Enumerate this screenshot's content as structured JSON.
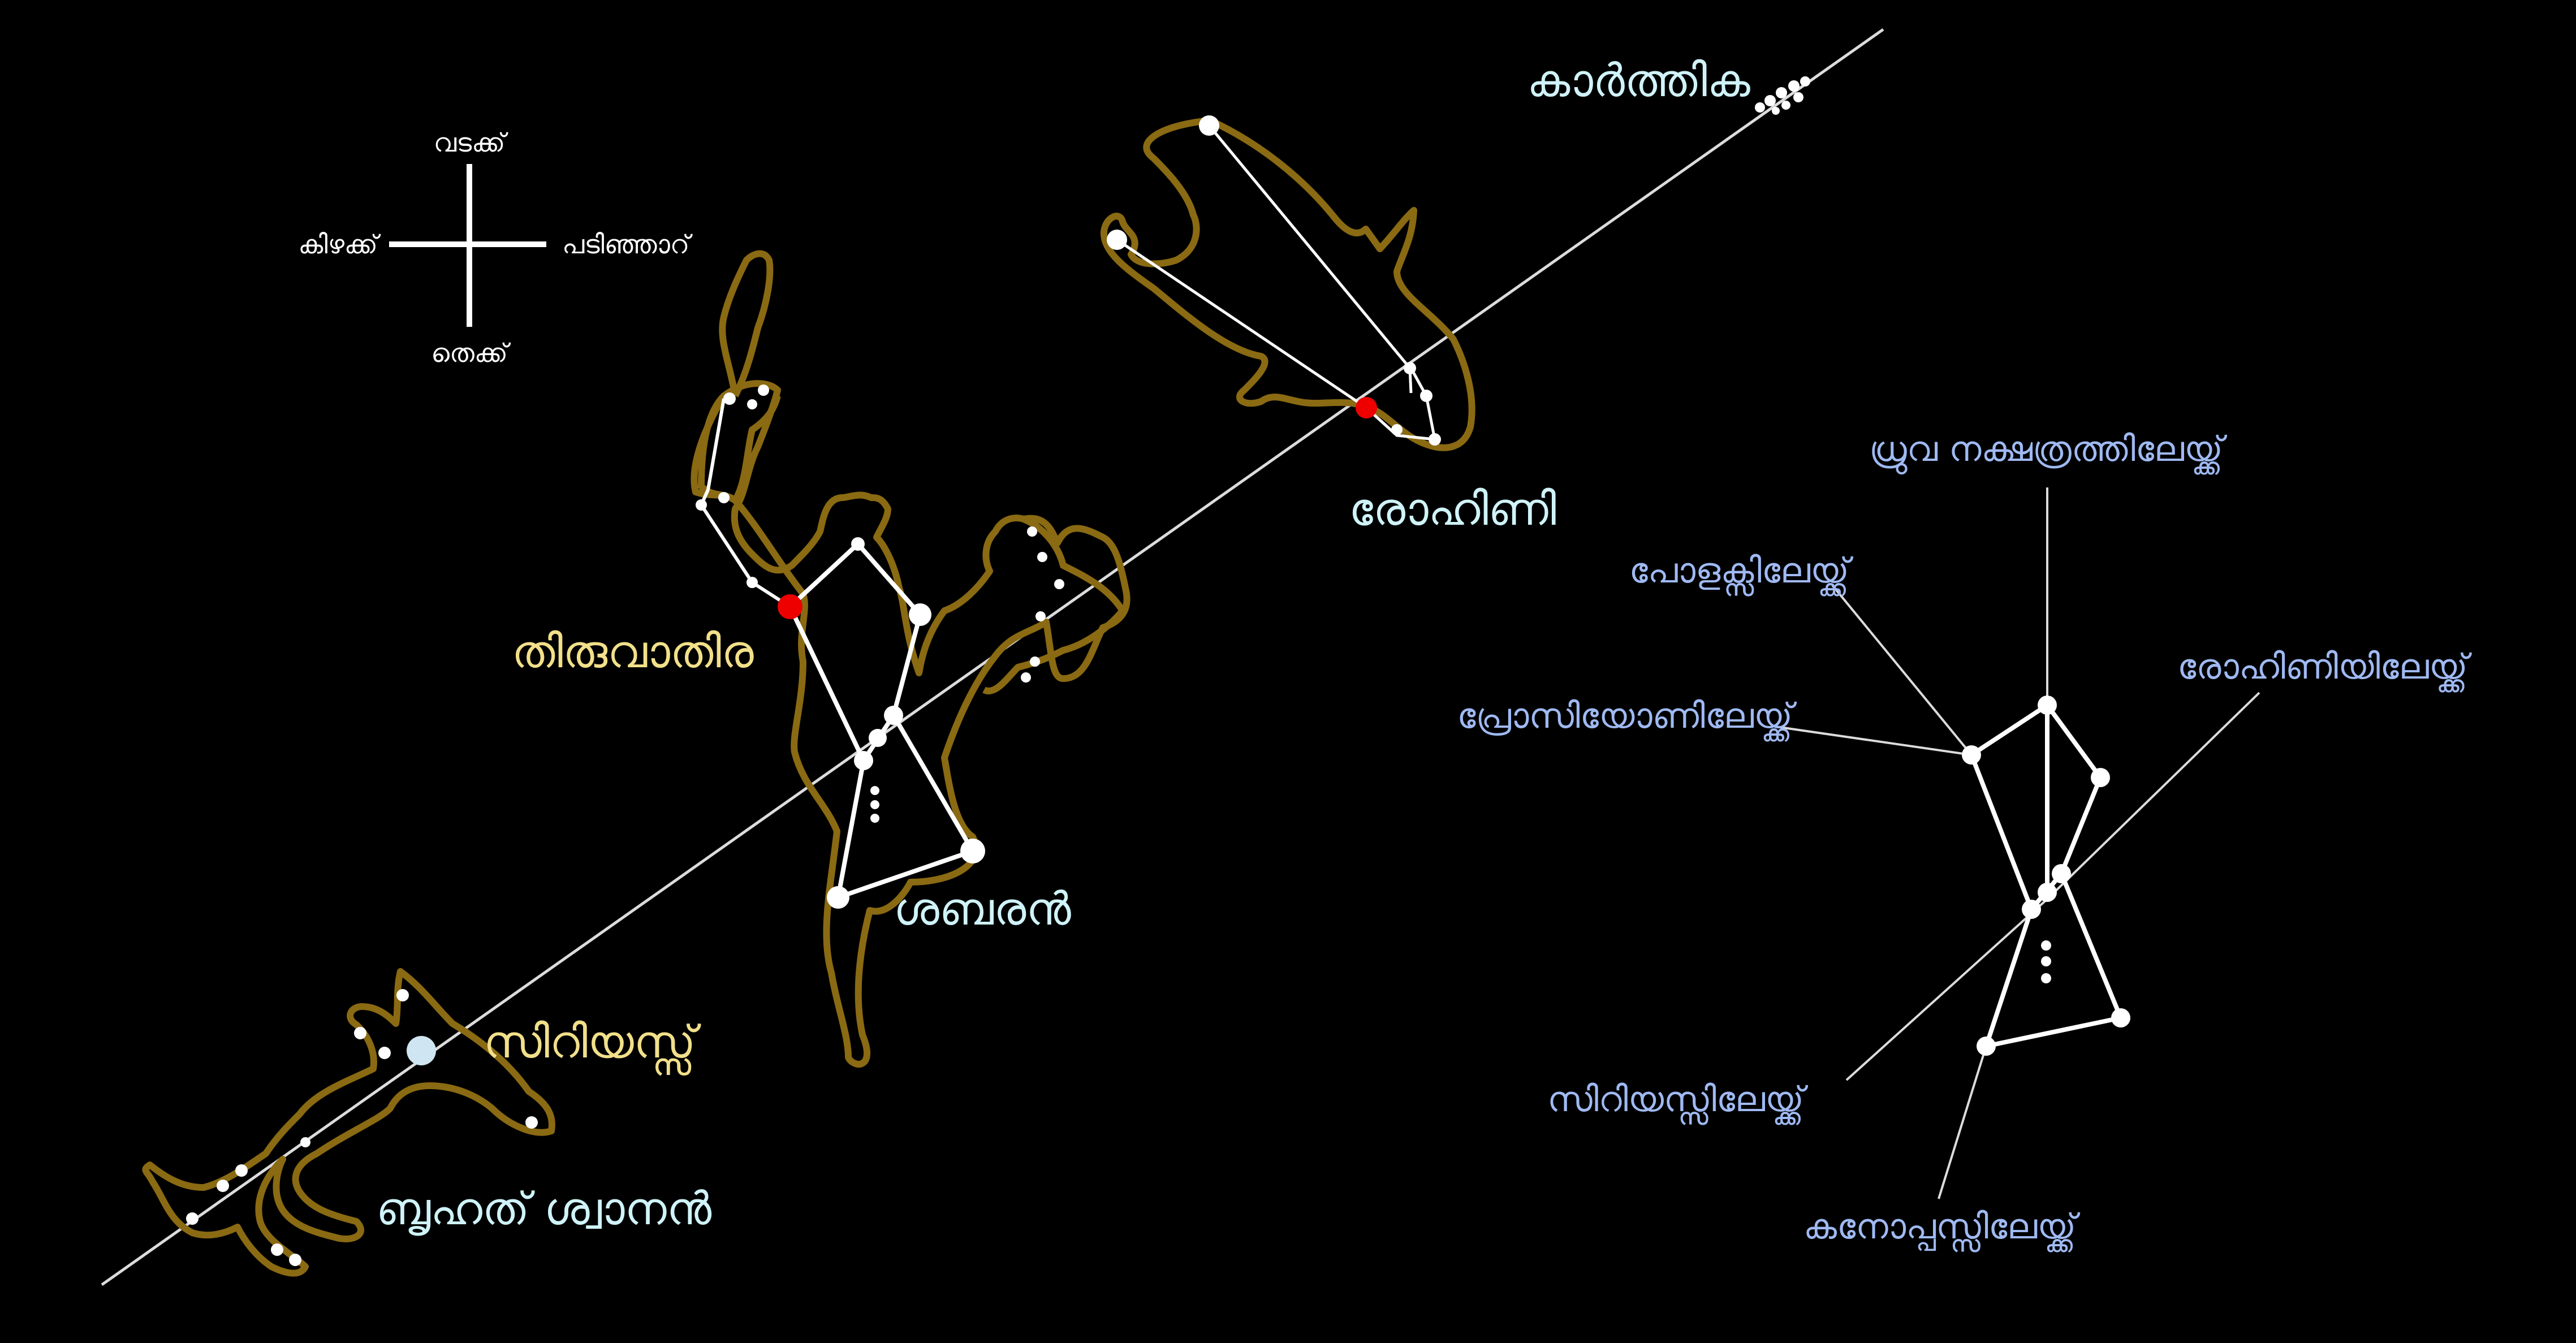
{
  "colors": {
    "background": "#000000",
    "figure_outline": "#8a6a12",
    "star": "#ffffff",
    "highlight_star": "#ee0000",
    "sirius_star": "#cfe6f2",
    "ecliptic": "#dcdcdc",
    "label_cyan": "#cff3f8",
    "label_yellow": "#f2e08a",
    "label_blue": "#9fb9f2",
    "label_white": "#ffffff"
  },
  "compass": {
    "north": "വടക്ക്",
    "east": "കിഴക്ക്",
    "west": "പടിഞ്ഞാറ്",
    "south": "തെക്ക്"
  },
  "labels": {
    "pleiades": "കാർത്തിക",
    "taurus": "രോഹിണി",
    "betelgeuse": "തിരുവാതിര",
    "orion": "ശബരൻ",
    "sirius": "സിറിയസ്സ്",
    "canis_major": "ബൃഹത് ശ്വാനൻ"
  },
  "pointers": {
    "polaris": "ധ്രുവ നക്ഷത്രത്തിലേയ്ക്ക്",
    "pollux": "പോളക്സിലേയ്ക്ക്",
    "aldebaran": "രോഹിണിയിലേയ്ക്ക്",
    "procyon": "പ്രോസിയോണിലേയ്ക്ക്",
    "sirius": "സിറിയസ്സിലേയ്ക്ക്",
    "canopus": "കനോപ്പസ്സിലേയ്ക്ക്"
  }
}
